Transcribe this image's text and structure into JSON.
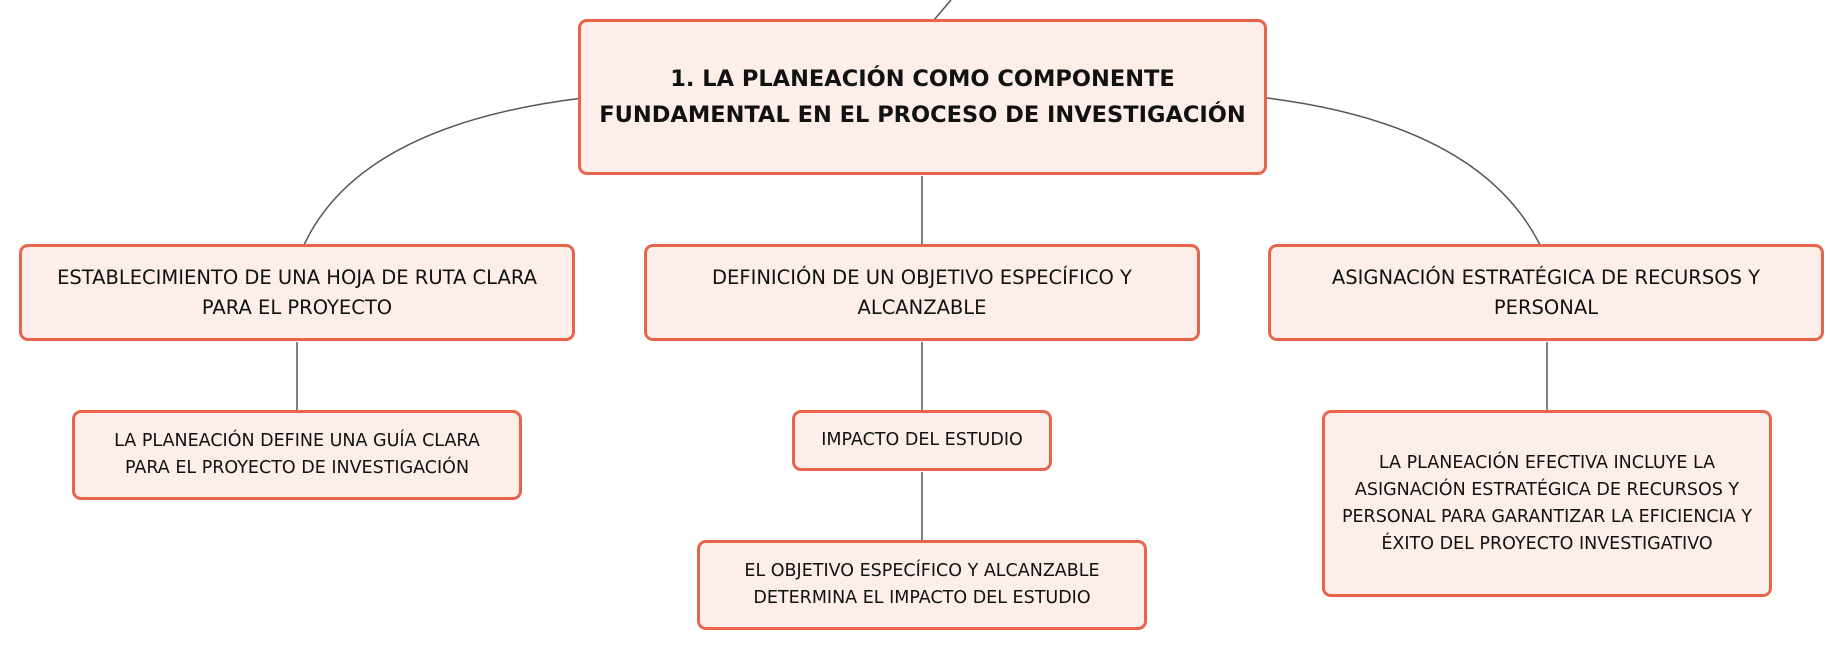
{
  "colors": {
    "node_fill": "#fdeeea",
    "node_border": "#e8644c",
    "connector": "#555555",
    "text": "#111111"
  },
  "root": {
    "label": "1. LA PLANEACIÓN COMO COMPONENTE FUNDAMENTAL EN EL PROCESO DE INVESTIGACIÓN"
  },
  "branches": [
    {
      "label": "ESTABLECIMIENTO DE UNA HOJA DE RUTA CLARA PARA EL PROYECTO",
      "children": [
        {
          "label": "LA PLANEACIÓN DEFINE UNA GUÍA CLARA PARA EL PROYECTO DE INVESTIGACIÓN"
        }
      ]
    },
    {
      "label": "DEFINICIÓN DE UN OBJETIVO ESPECÍFICO Y ALCANZABLE",
      "children": [
        {
          "label": "IMPACTO DEL ESTUDIO",
          "children": [
            {
              "label": "EL OBJETIVO ESPECÍFICO Y ALCANZABLE DETERMINA EL IMPACTO DEL ESTUDIO"
            }
          ]
        }
      ]
    },
    {
      "label": "ASIGNACIÓN ESTRATÉGICA DE RECURSOS Y PERSONAL",
      "children": [
        {
          "label": "LA PLANEACIÓN EFECTIVA INCLUYE LA ASIGNACIÓN ESTRATÉGICA DE RECURSOS Y PERSONAL PARA GARANTIZAR LA EFICIENCIA Y ÉXITO DEL PROYECTO INVESTIGATIVO"
        }
      ]
    }
  ]
}
